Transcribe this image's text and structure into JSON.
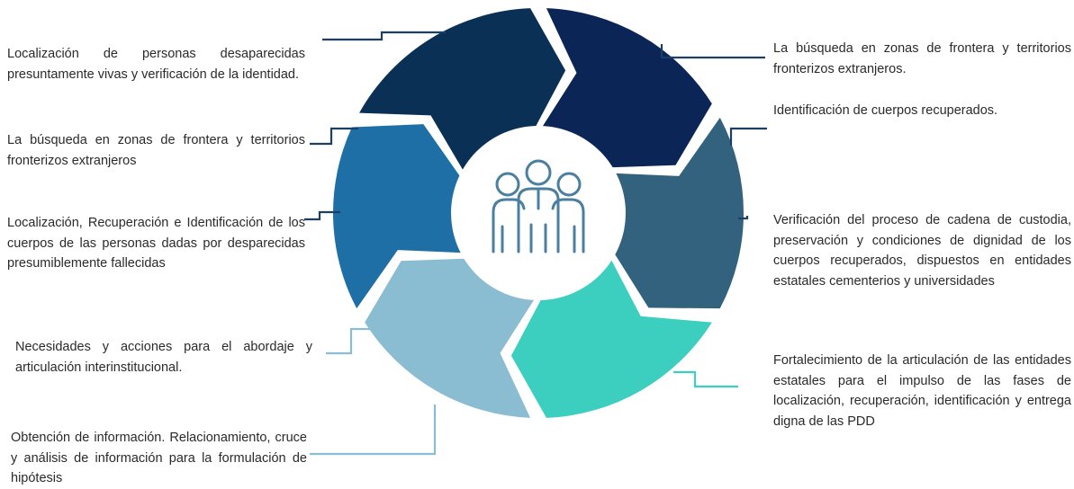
{
  "colors": {
    "navy_dark": "#0a3056",
    "navy_deep": "#0b2557",
    "slate_teal": "#33627f",
    "aqua": "#3ccfc0",
    "sky_light": "#8abcd2",
    "steel_blue": "#1e6fa5",
    "line_dark": "#1c3f66",
    "line_light": "#8abcd2",
    "line_aqua": "#3ccfc0",
    "icon_stroke": "#4a7fa0"
  },
  "center_icon": "people-group-icon",
  "labels": {
    "left_1": "Localización de personas desaparecidas presuntamente vivas y verificación de la identidad.",
    "left_2": "La búsqueda en zonas de frontera y territorios fronterizos extranjeros",
    "left_3": "Localización, Recuperación e Identificación de los cuerpos de las personas dadas por desparecidas presumiblemente fallecidas",
    "left_4": "Necesidades y acciones para el abordaje y articulación interinstitucional.",
    "left_5": "Obtención de información. Relacionamiento, cruce y análisis de información para la formulación de hipótesis",
    "right_1": "La búsqueda en zonas de frontera y territorios fronterizos extranjeros.",
    "right_2": "Identificación de cuerpos recuperados.",
    "right_3": "Verificación del proceso de cadena de custodia, preservación y condiciones de dignidad de los cuerpos recuperados, dispuestos en entidades estatales cementerios y universidades",
    "right_4": "Fortalecimiento de la articulación de las entidades estatales para el impulso de las fases de localización, recuperación, identificación y entrega digna de las PDD"
  }
}
